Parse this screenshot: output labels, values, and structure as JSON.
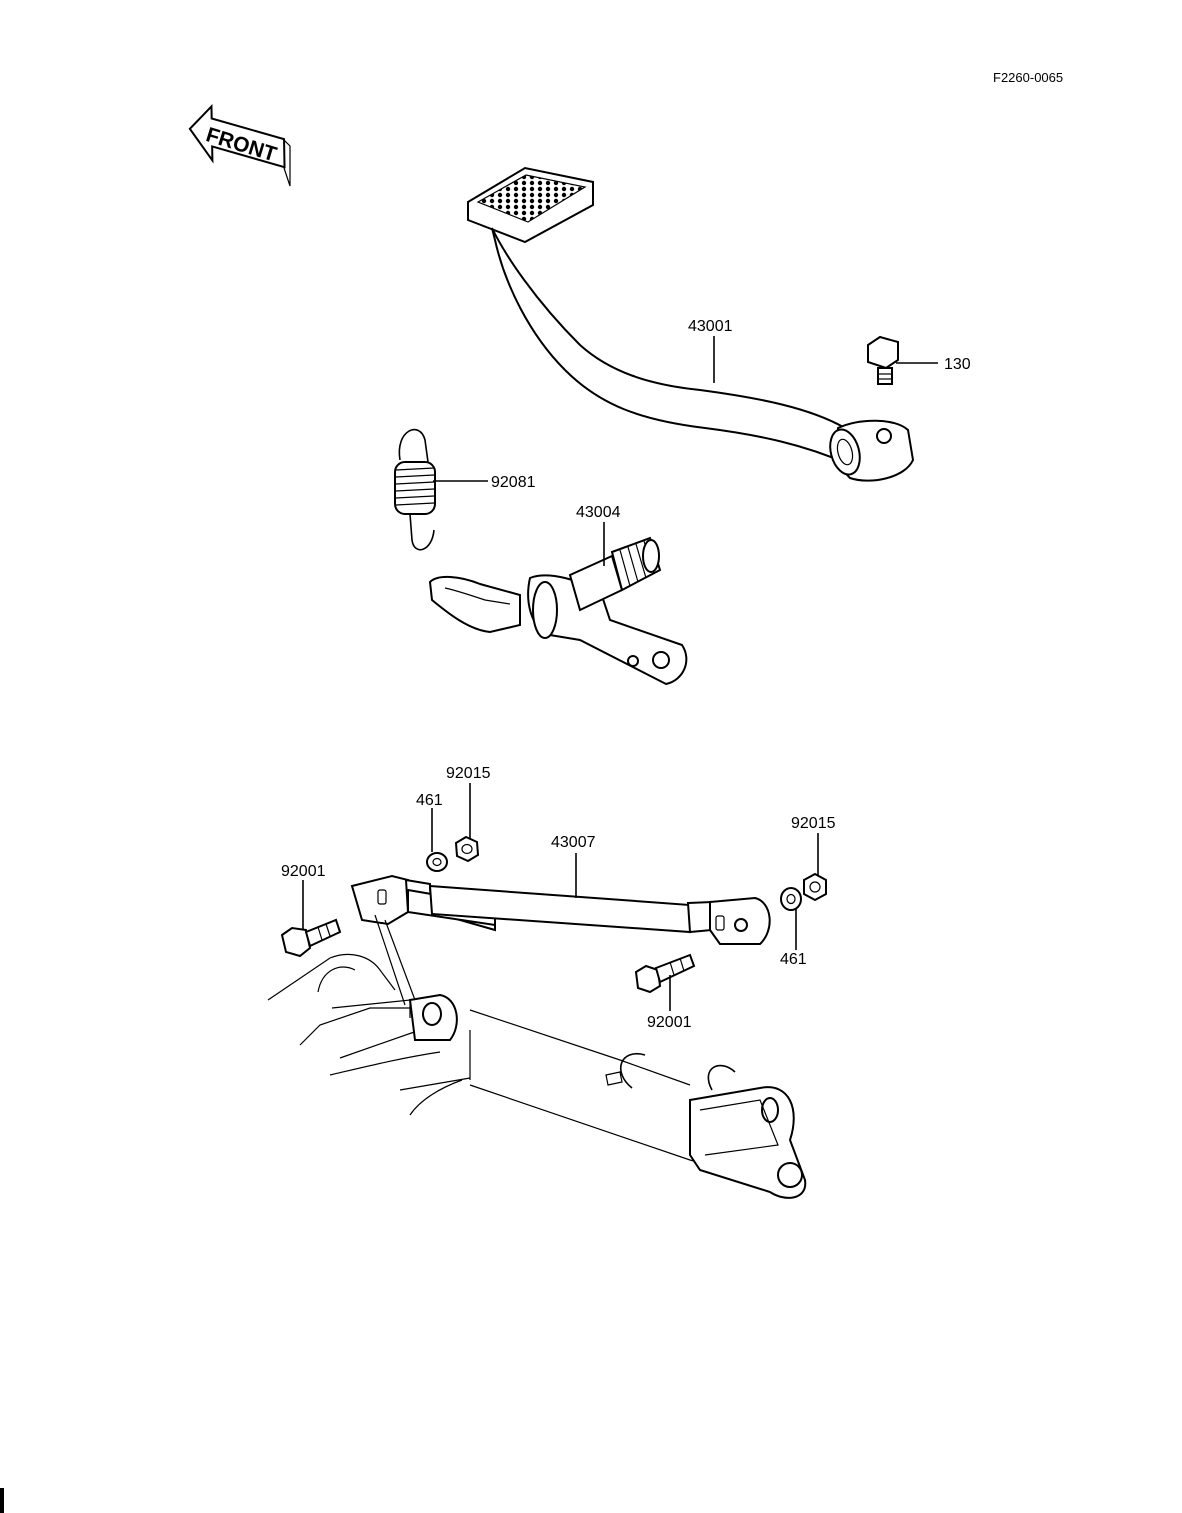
{
  "diagram": {
    "code": "F2260-0065",
    "front_label": "FRONT",
    "parts": [
      {
        "id": "p43001",
        "label": "43001"
      },
      {
        "id": "p130",
        "label": "130"
      },
      {
        "id": "p92081",
        "label": "92081"
      },
      {
        "id": "p43004",
        "label": "43004"
      },
      {
        "id": "p92015a",
        "label": "92015"
      },
      {
        "id": "p461a",
        "label": "461"
      },
      {
        "id": "p43007",
        "label": "43007"
      },
      {
        "id": "p92015b",
        "label": "92015"
      },
      {
        "id": "p92001a",
        "label": "92001"
      },
      {
        "id": "p461b",
        "label": "461"
      },
      {
        "id": "p92001b",
        "label": "92001"
      }
    ]
  }
}
